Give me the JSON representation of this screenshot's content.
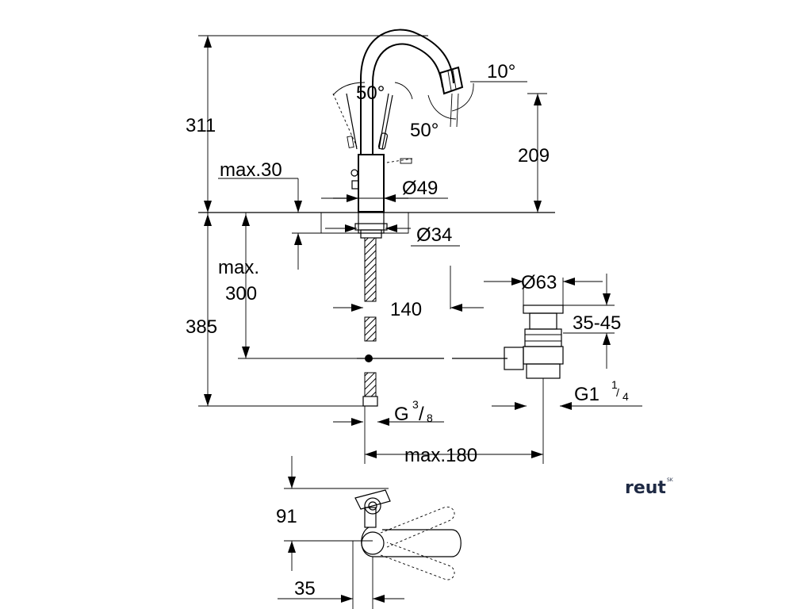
{
  "dimensions": {
    "height_total": "311",
    "spout_angle_left": "50°",
    "spout_angle_right": "50°",
    "spout_tilt": "10°",
    "height_209": "209",
    "max_30": "max.30",
    "diam_49": "Ø49",
    "diam_34": "Ø34",
    "max_label": "max.",
    "max_300": "300",
    "height_385": "385",
    "dist_140": "140",
    "diam_63": "Ø63",
    "range_35_45": "35-45",
    "thread_g1": "G1",
    "thread_g1_num": "1",
    "thread_g1_den": "4",
    "thread_g": "G",
    "thread_g_num": "3",
    "thread_g_den": "8",
    "max_180": "max.180",
    "top_91": "91",
    "top_35": "35"
  },
  "logo": {
    "text": "reut",
    "suffix": "SK"
  }
}
